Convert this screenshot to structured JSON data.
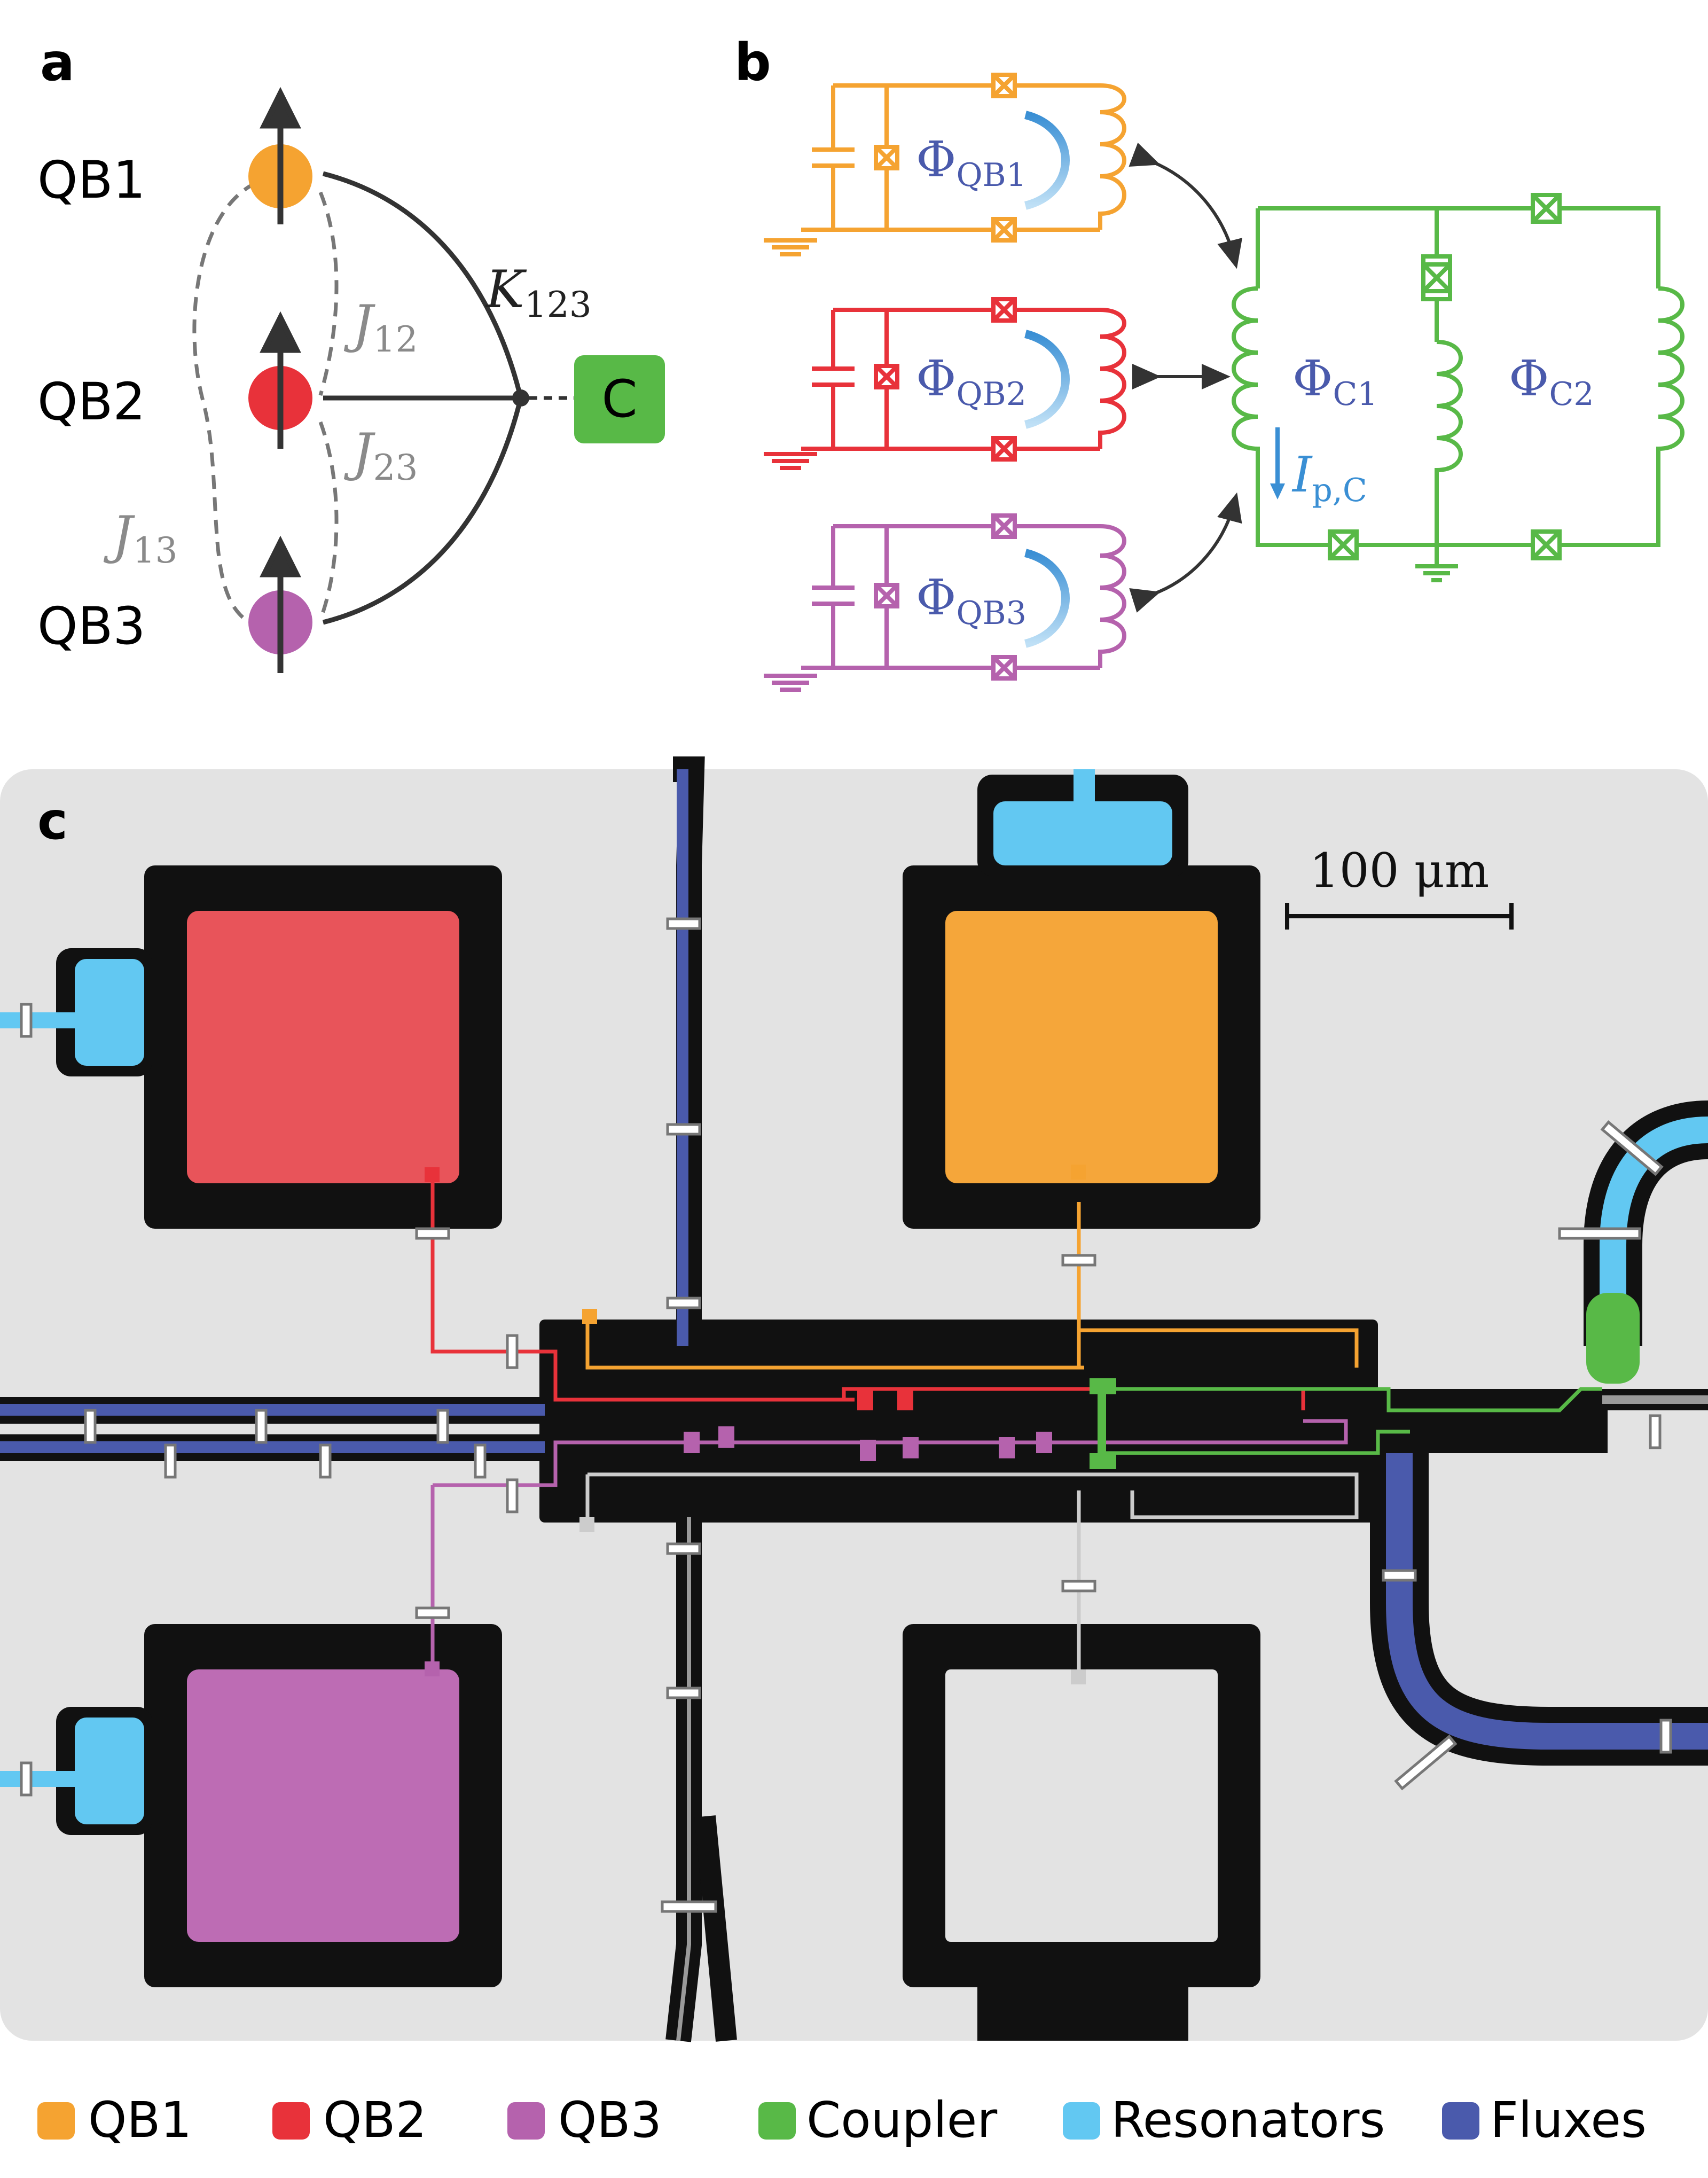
{
  "panels": {
    "a": {
      "label": "a",
      "qubits": [
        {
          "label": "QB1",
          "color": "#f5a331"
        },
        {
          "label": "QB2",
          "color": "#e8323a"
        },
        {
          "label": "QB3",
          "color": "#b562ad"
        }
      ],
      "coupler_label": "C",
      "k123": {
        "main": "K",
        "sub": "123"
      },
      "j12": {
        "main": "J",
        "sub": "12"
      },
      "j23": {
        "main": "J",
        "sub": "23"
      },
      "j13": {
        "main": "J",
        "sub": "13"
      }
    },
    "b": {
      "label": "b",
      "phi_qb1": {
        "main": "Φ",
        "sub": "QB1"
      },
      "phi_qb2": {
        "main": "Φ",
        "sub": "QB2"
      },
      "phi_qb3": {
        "main": "Φ",
        "sub": "QB3"
      },
      "phi_c1": {
        "main": "Φ",
        "sub": "C1"
      },
      "phi_c2": {
        "main": "Φ",
        "sub": "C2"
      },
      "ip_c": {
        "main": "I",
        "sub": "p,C"
      }
    },
    "c": {
      "label": "c",
      "scale_bar": "100 μm"
    }
  },
  "legend": [
    {
      "label": "QB1",
      "color": "#f5a331"
    },
    {
      "label": "QB2",
      "color": "#e8323a"
    },
    {
      "label": "QB3",
      "color": "#b562ad"
    },
    {
      "label": "Coupler",
      "color": "#58b947"
    },
    {
      "label": "Resonators",
      "color": "#62c8f2"
    },
    {
      "label": "Fluxes",
      "color": "#4a5aac"
    }
  ],
  "colors": {
    "qb1": "#f5a331",
    "qb2": "#e8323a",
    "qb3": "#b562ad",
    "coupler": "#58b947",
    "resonator": "#62c8f2",
    "flux": "#4a5aac",
    "phi_text": "#4a5aac",
    "current_text": "#3a8fd4"
  }
}
